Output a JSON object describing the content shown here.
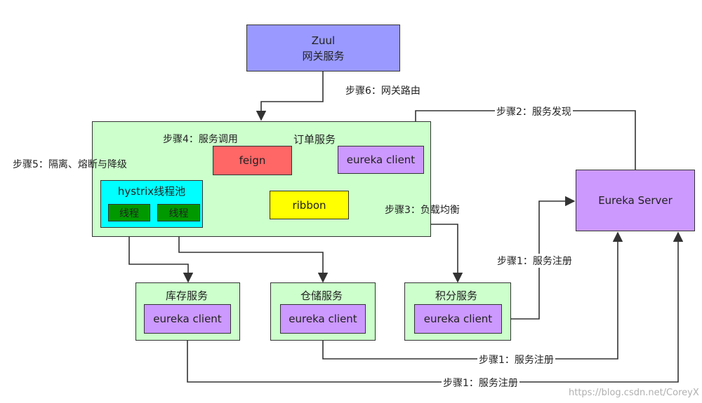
{
  "nodes": {
    "zuul": {
      "line1": "Zuul",
      "line2": "网关服务"
    },
    "order_service": "订单服务",
    "feign": "feign",
    "eureka_client_order": "eureka client",
    "ribbon": "ribbon",
    "hystrix": "hystrix线程池",
    "thread1": "线程",
    "thread2": "线程",
    "eureka_server": "Eureka Server",
    "inventory": {
      "title": "库存服务",
      "client": "eureka client"
    },
    "warehouse": {
      "title": "仓储服务",
      "client": "eureka client"
    },
    "points": {
      "title": "积分服务",
      "client": "eureka client"
    }
  },
  "steps": {
    "step6": "步骤6：网关路由",
    "step2": "步骤2：服务发现",
    "step4": "步骤4：服务调用",
    "step5": "步骤5：隔离、熔断与降级",
    "step3": "步骤3：负载均衡",
    "step1_points": "步骤1：服务注册",
    "step1_warehouse": "步骤1：服务注册",
    "step1_inventory": "步骤1：服务注册"
  },
  "watermark": "https://blog.csdn.net/CoreyX",
  "colors": {
    "zuul": "#9999ff",
    "service_bg": "#ccffcc",
    "client": "#cc99ff",
    "feign": "#ff6666",
    "ribbon": "#ffff00",
    "hystrix": "#00ffff",
    "thread": "#009900"
  }
}
